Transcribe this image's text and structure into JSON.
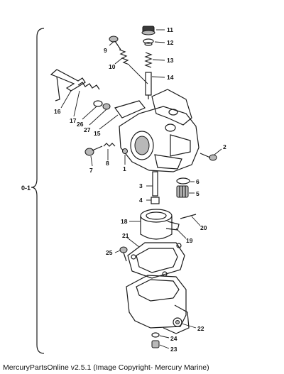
{
  "assembly_label": "0-1",
  "footer_text": "MercuryPartsOnline v2.5.1 (Image Copyright- Mercury Marine)",
  "callouts": [
    "1",
    "2",
    "3",
    "4",
    "5",
    "6",
    "7",
    "8",
    "9",
    "10",
    "11",
    "12",
    "13",
    "14",
    "15",
    "16",
    "17",
    "18",
    "19",
    "20",
    "21",
    "22",
    "23",
    "24",
    "25",
    "26",
    "27"
  ]
}
